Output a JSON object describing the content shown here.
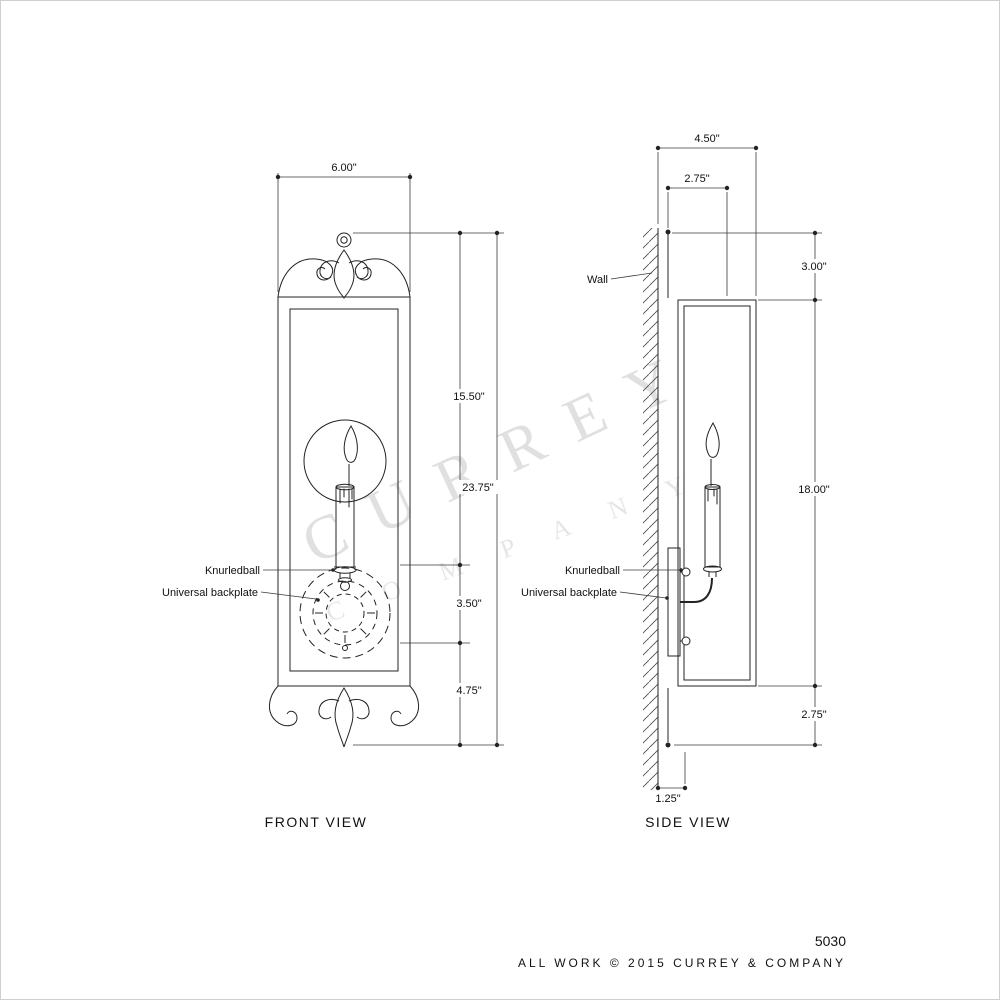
{
  "colors": {
    "line": "#232323",
    "watermark": "#c2c2c2",
    "background": "#ffffff",
    "page_border": "#cfcfcf"
  },
  "watermark": {
    "line1": "CURREY",
    "line2": "COMPANY"
  },
  "front_view": {
    "title": "FRONT VIEW",
    "callouts": {
      "knurledball": "Knurledball",
      "universal_backplate": "Universal backplate"
    },
    "dimensions": {
      "width": "6.00\"",
      "upper_height": "15.50\"",
      "overall_height": "23.75\"",
      "backplate_height": "3.50\"",
      "lower_height": "4.75\""
    }
  },
  "side_view": {
    "title": "SIDE VIEW",
    "callouts": {
      "wall": "Wall",
      "knurledball": "Knurledball",
      "universal_backplate": "Universal backplate"
    },
    "dimensions": {
      "overall_depth": "4.50\"",
      "projection": "2.75\"",
      "top_offset": "3.00\"",
      "body_height": "18.00\"",
      "bottom_offset": "2.75\"",
      "mount_inset": "1.25\""
    }
  },
  "footer": {
    "model_number": "5030",
    "copyright": "ALL WORK © 2015 CURREY & COMPANY"
  }
}
